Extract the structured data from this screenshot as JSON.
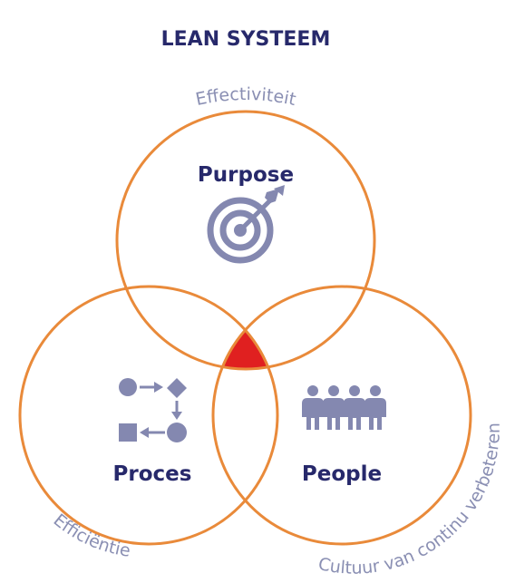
{
  "title": "LEAN SYSTEEM",
  "circles": {
    "purpose": {
      "label": "Purpose",
      "icon": "target-icon"
    },
    "proces": {
      "label": "Proces",
      "icon": "process-flow-icon"
    },
    "people": {
      "label": "People",
      "icon": "people-group-icon"
    }
  },
  "arc_labels": {
    "top": "Effectiviteit",
    "left": "Efficiëntie",
    "right": "Cultuur van continu verbeteren"
  },
  "colors": {
    "circle_stroke": "#e98a3a",
    "text_dark": "#27296b",
    "text_light": "#8a8fb3",
    "icon": "#8488b0",
    "center_highlight": "#e02020"
  }
}
